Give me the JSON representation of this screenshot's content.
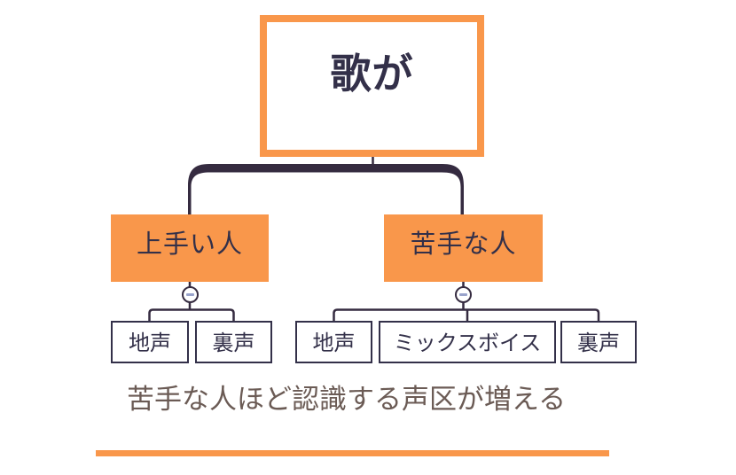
{
  "colors": {
    "background": "#FFFFFF",
    "orange": "#F9974B",
    "connector": "#352B40",
    "ink": "#333049",
    "caption_text": "#6B5B55",
    "toggle_minus": "#99A3CB"
  },
  "mindmap": {
    "root": {
      "label": "歌が"
    },
    "branches": [
      {
        "label": "上手い人",
        "toggle_state": "expanded",
        "children": [
          {
            "label": "地声"
          },
          {
            "label": "裏声"
          }
        ]
      },
      {
        "label": "苦手な人",
        "toggle_state": "expanded",
        "children": [
          {
            "label": "地声"
          },
          {
            "label": "ミックスボイス"
          },
          {
            "label": "裏声"
          }
        ]
      }
    ],
    "caption": "苦手な人ほど認識する声区が増える"
  }
}
